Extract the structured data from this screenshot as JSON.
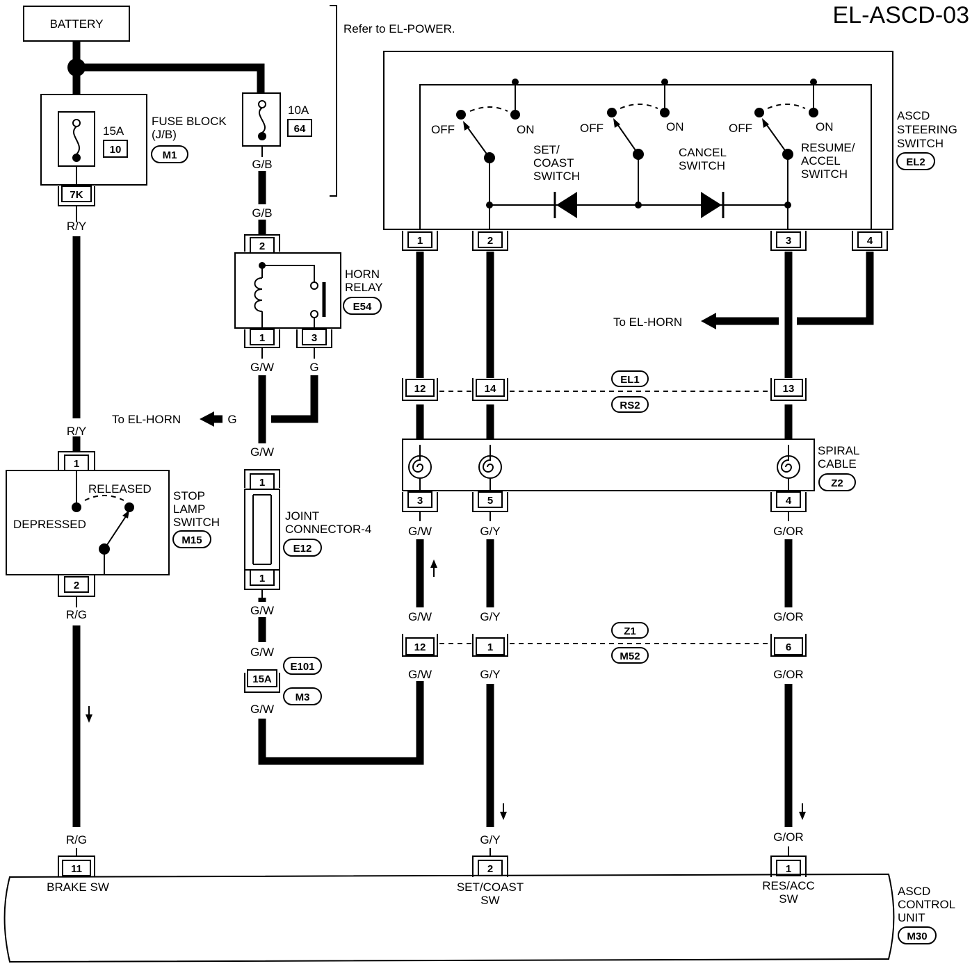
{
  "page": {
    "title": "EL-ASCD-03",
    "refer": "Refer to EL-POWER."
  },
  "battery": {
    "label": "BATTERY"
  },
  "fuse_block": {
    "label1": "FUSE BLOCK",
    "label2": "(J/B)",
    "conn": "M1",
    "fuse_amp": "15A",
    "fuse_num": "10",
    "pin": "7K"
  },
  "fuse64": {
    "amp": "10A",
    "num": "64"
  },
  "horn_relay": {
    "label1": "HORN",
    "label2": "RELAY",
    "conn": "E54",
    "pin_top": "2",
    "pin_1": "1",
    "pin_3": "3"
  },
  "stop_lamp": {
    "label1": "STOP",
    "label2": "LAMP",
    "label3": "SWITCH",
    "conn": "M15",
    "released": "RELEASED",
    "depressed": "DEPRESSED",
    "pin_top": "1",
    "pin_bottom": "2"
  },
  "joint": {
    "label1": "JOINT",
    "label2": "CONNECTOR-4",
    "conn": "E12",
    "pin_top": "1",
    "pin_bottom": "1"
  },
  "e101": {
    "conn1": "E101",
    "pin": "15A",
    "conn2": "M3"
  },
  "steering": {
    "label1": "ASCD",
    "label2": "STEERING",
    "label3": "SWITCH",
    "conn": "EL2",
    "set1": "SET/",
    "set2": "COAST",
    "set3": "SWITCH",
    "cancel1": "CANCEL",
    "cancel2": "SWITCH",
    "res1": "RESUME/",
    "res2": "ACCEL",
    "res3": "SWITCH",
    "off": "OFF",
    "on": "ON",
    "pins": [
      "1",
      "2",
      "3",
      "4"
    ]
  },
  "to_horn": "To EL-HORN",
  "g_label": "G",
  "conn_el1": {
    "a": "EL1",
    "b": "RS2",
    "p12": "12",
    "p14": "14",
    "p13": "13"
  },
  "spiral": {
    "label1": "SPIRAL",
    "label2": "CABLE",
    "conn": "Z2",
    "p3": "3",
    "p5": "5",
    "p4": "4"
  },
  "conn_z1": {
    "a": "Z1",
    "b": "M52",
    "p12": "12",
    "p1": "1",
    "p6": "6"
  },
  "control": {
    "label1": "ASCD",
    "label2": "CONTROL",
    "label3": "UNIT",
    "conn": "M30",
    "p11": "11",
    "p2": "2",
    "p1": "1",
    "brake": "BRAKE SW",
    "set1": "SET/COAST",
    "set2": "SW",
    "res1": "RES/ACC",
    "res2": "SW"
  },
  "wires": {
    "ry": "R/Y",
    "rg": "R/G",
    "gb": "G/B",
    "gw": "G/W",
    "g": "G",
    "gy": "G/Y",
    "gor": "G/OR"
  }
}
